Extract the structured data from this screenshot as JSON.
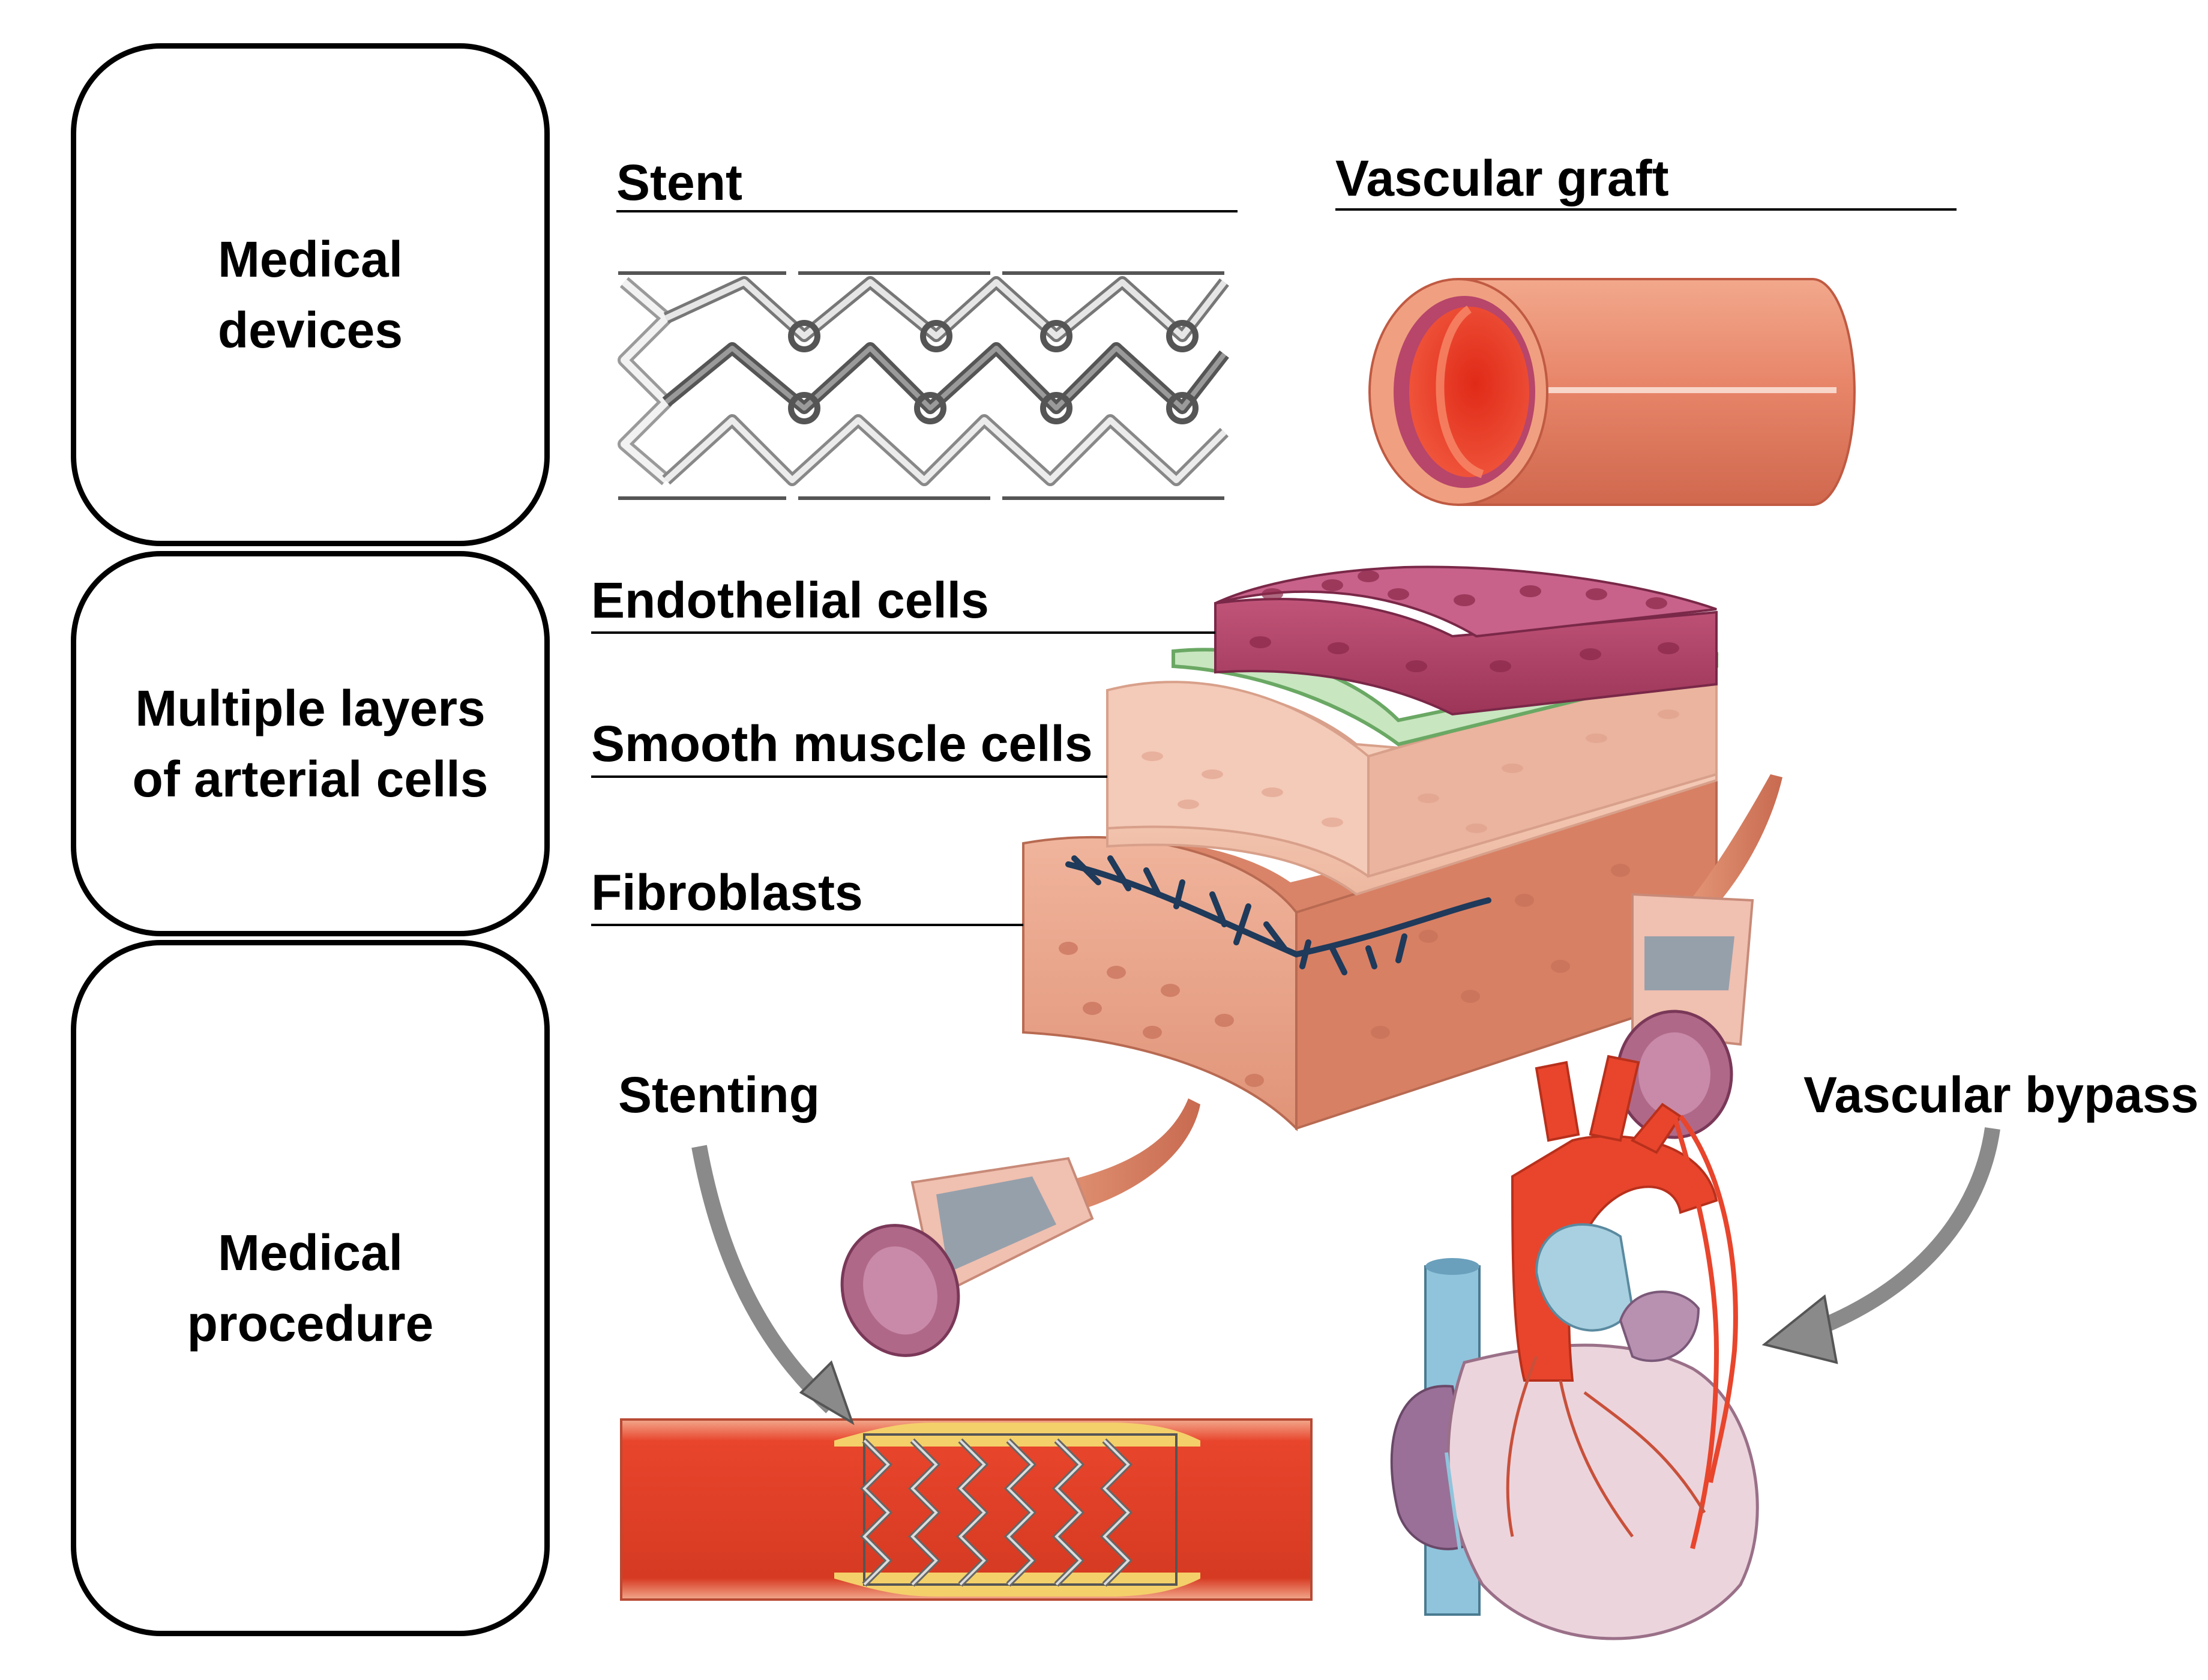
{
  "categories": {
    "devices": "Medical\ndevices",
    "layers": "Multiple layers\nof arterial cells",
    "procedure": "Medical\nprocedure"
  },
  "labels": {
    "stent": "Stent",
    "graft": "Vascular graft",
    "endothelial": "Endothelial cells",
    "smooth_muscle": "Smooth muscle cells",
    "fibroblasts": "Fibroblasts",
    "stenting": "Stenting",
    "bypass": "Vascular bypass"
  },
  "colors": {
    "graft_outer": "#e8866a",
    "graft_inner": "#e8452c",
    "vessel": "#e04a30",
    "plaque": "#f4d06a",
    "endothelial": "#b8456a",
    "smooth_muscle": "#f2c4b0",
    "fibroblast": "#e9a890",
    "fiber": "#1f3a5a",
    "heart": "#ecd4dc",
    "aorta": "#e8452c",
    "vena": "#8fc4dc",
    "arrow": "#808080"
  },
  "icons": [
    "stent-icon",
    "vascular-graft-icon",
    "arterial-layers-icon",
    "stented-artery-icon",
    "heart-icon",
    "artery-cross-section-icon"
  ]
}
